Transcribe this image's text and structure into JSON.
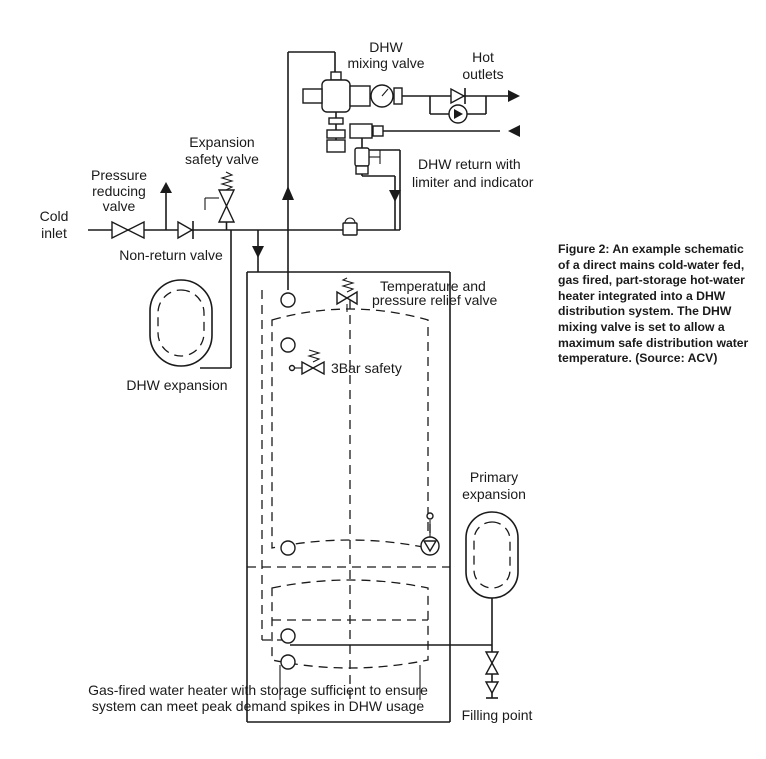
{
  "labels": {
    "dhw_mixing_valve_1": "DHW",
    "dhw_mixing_valve_2": "mixing valve",
    "hot_outlets_1": "Hot",
    "hot_outlets_2": "outlets",
    "expansion_safety_valve_1": "Expansion",
    "expansion_safety_valve_2": "safety valve",
    "pressure_reducing_valve_1": "Pressure",
    "pressure_reducing_valve_2": "reducing",
    "pressure_reducing_valve_3": "valve",
    "cold_inlet_1": "Cold",
    "cold_inlet_2": "inlet",
    "dhw_return_1": "DHW return with",
    "dhw_return_2": "limiter and indicator",
    "non_return_valve": "Non-return valve",
    "tp_relief_1": "Temperature and",
    "tp_relief_2": "pressure relief valve",
    "safety_3bar": "3Bar safety",
    "dhw_expansion": "DHW expansion",
    "primary_expansion_1": "Primary",
    "primary_expansion_2": "expansion",
    "heater_1": "Gas-fired water heater with storage sufficient to ensure",
    "heater_2": "system can meet peak demand spikes in DHW usage",
    "filling_point": "Filling point"
  },
  "caption": "Figure 2: An example schematic of a direct mains cold-water fed, gas fired, part-storage hot-water heater integrated into a DHW distribution system. The DHW mixing valve is set to allow a maximum safe distribution water temperature. (Source: ACV)"
}
